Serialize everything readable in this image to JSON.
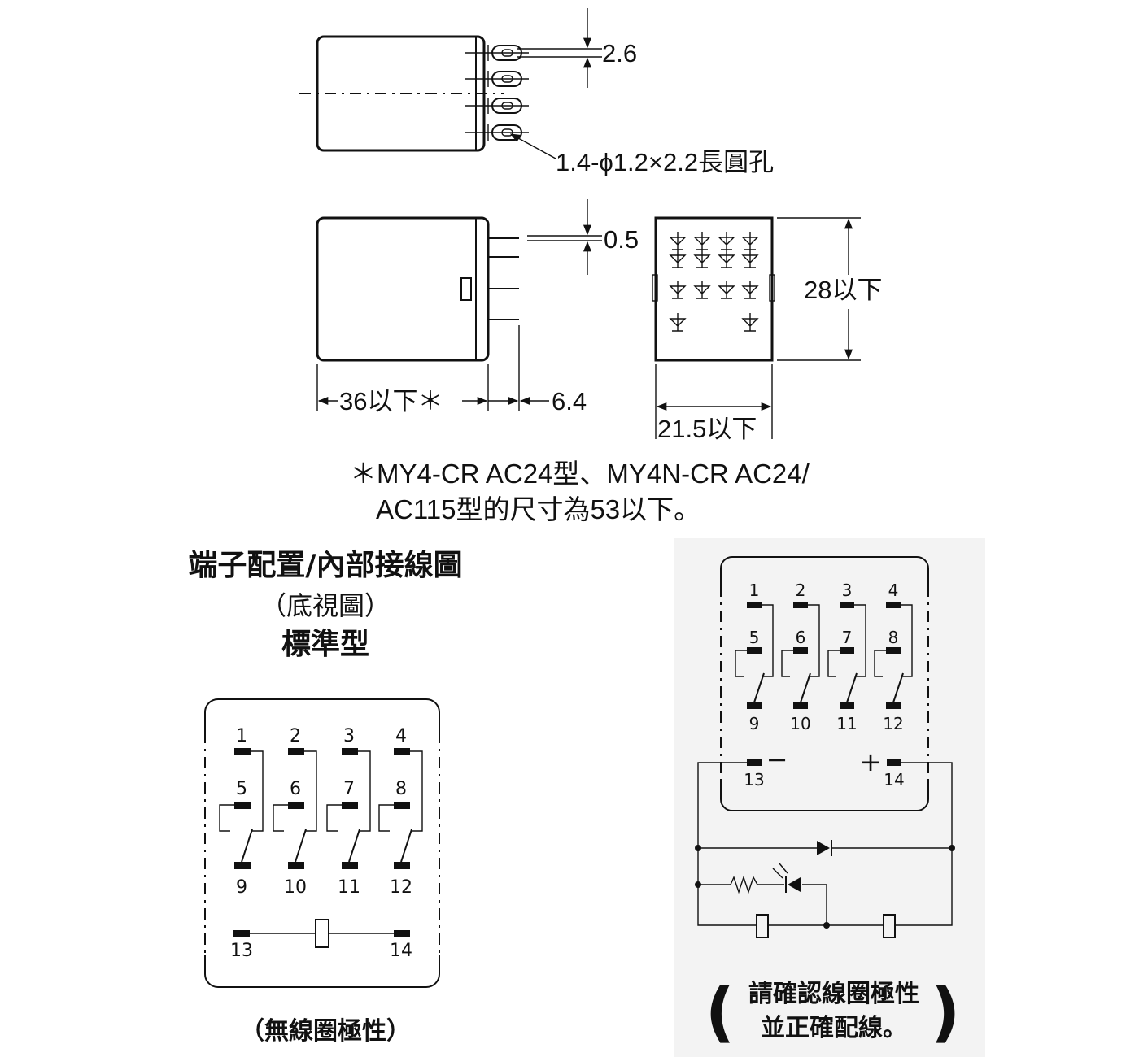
{
  "dimensions": {
    "pitch": "2.6",
    "hole_spec": "1.4-ϕ1.2×2.2長圓孔",
    "pin_thickness": "0.5",
    "height": "28以下",
    "length": "36以下＊",
    "pin_length": "6.4",
    "width": "21.5以下"
  },
  "footnote": {
    "line1": "＊MY4-CR AC24型、MY4N-CR AC24/",
    "line2": "AC115型的尺寸為53以下。"
  },
  "section": {
    "title": "端子配置/內部接線圖",
    "subtitle": "（底視圖）",
    "variant": "標準型"
  },
  "standard_diagram": {
    "top_terminals": [
      "1",
      "2",
      "3",
      "4"
    ],
    "nc_terminals": [
      "5",
      "6",
      "7",
      "8"
    ],
    "common_terminals": [
      "9",
      "10",
      "11",
      "12"
    ],
    "coil_terminals": [
      "13",
      "14"
    ],
    "caption": "（無線圈極性）"
  },
  "polarity_diagram": {
    "top_terminals": [
      "1",
      "2",
      "3",
      "4"
    ],
    "nc_terminals": [
      "5",
      "6",
      "7",
      "8"
    ],
    "common_terminals": [
      "9",
      "10",
      "11",
      "12"
    ],
    "coil_terminals": [
      "13",
      "14"
    ],
    "minus_sign": "−",
    "plus_sign": "+",
    "caption_line1": "請確認線圈極性",
    "caption_line2": "並正確配線。",
    "paren_left": "(",
    "paren_right": ")"
  }
}
